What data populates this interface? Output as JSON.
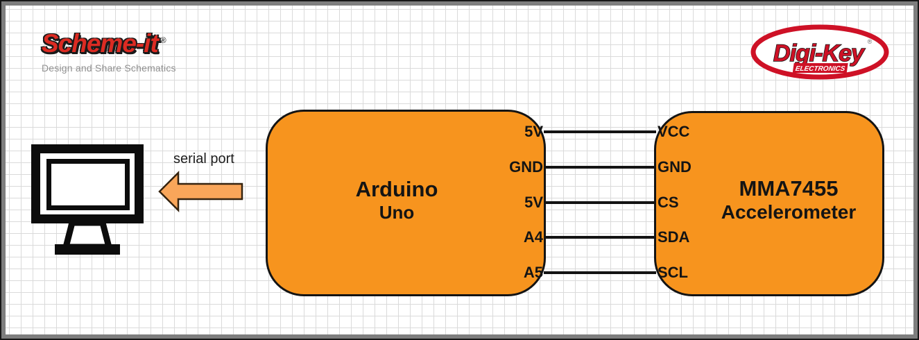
{
  "header": {
    "schemeit_logo": {
      "text": "Scheme-it",
      "registered": "®",
      "tagline": "Design and Share Schematics"
    },
    "digikey_logo": {
      "text": "Digi-Key",
      "subtext": "ELECTRONICS",
      "registered": "®"
    }
  },
  "diagram": {
    "serial_port_label": "serial port",
    "arduino": {
      "title": "Arduino",
      "subtitle": "Uno",
      "pins": [
        "5V",
        "GND",
        "5V",
        "A4",
        "A5"
      ]
    },
    "accelerometer": {
      "title": "MMA7455",
      "subtitle": "Accelerometer",
      "pins": [
        "VCC",
        "GND",
        "CS",
        "SDA",
        "SCL"
      ]
    },
    "connections": [
      {
        "from": "5V",
        "to": "VCC"
      },
      {
        "from": "GND",
        "to": "GND"
      },
      {
        "from": "5V",
        "to": "CS"
      },
      {
        "from": "A4",
        "to": "SDA"
      },
      {
        "from": "A5",
        "to": "SCL"
      }
    ],
    "colors": {
      "block_fill": "#F7941E",
      "block_border": "#141414",
      "arrow_fill": "#F9A65A",
      "wire": "#141414",
      "logo_red": "#DC2B23",
      "digikey_red": "#CE1126"
    }
  }
}
